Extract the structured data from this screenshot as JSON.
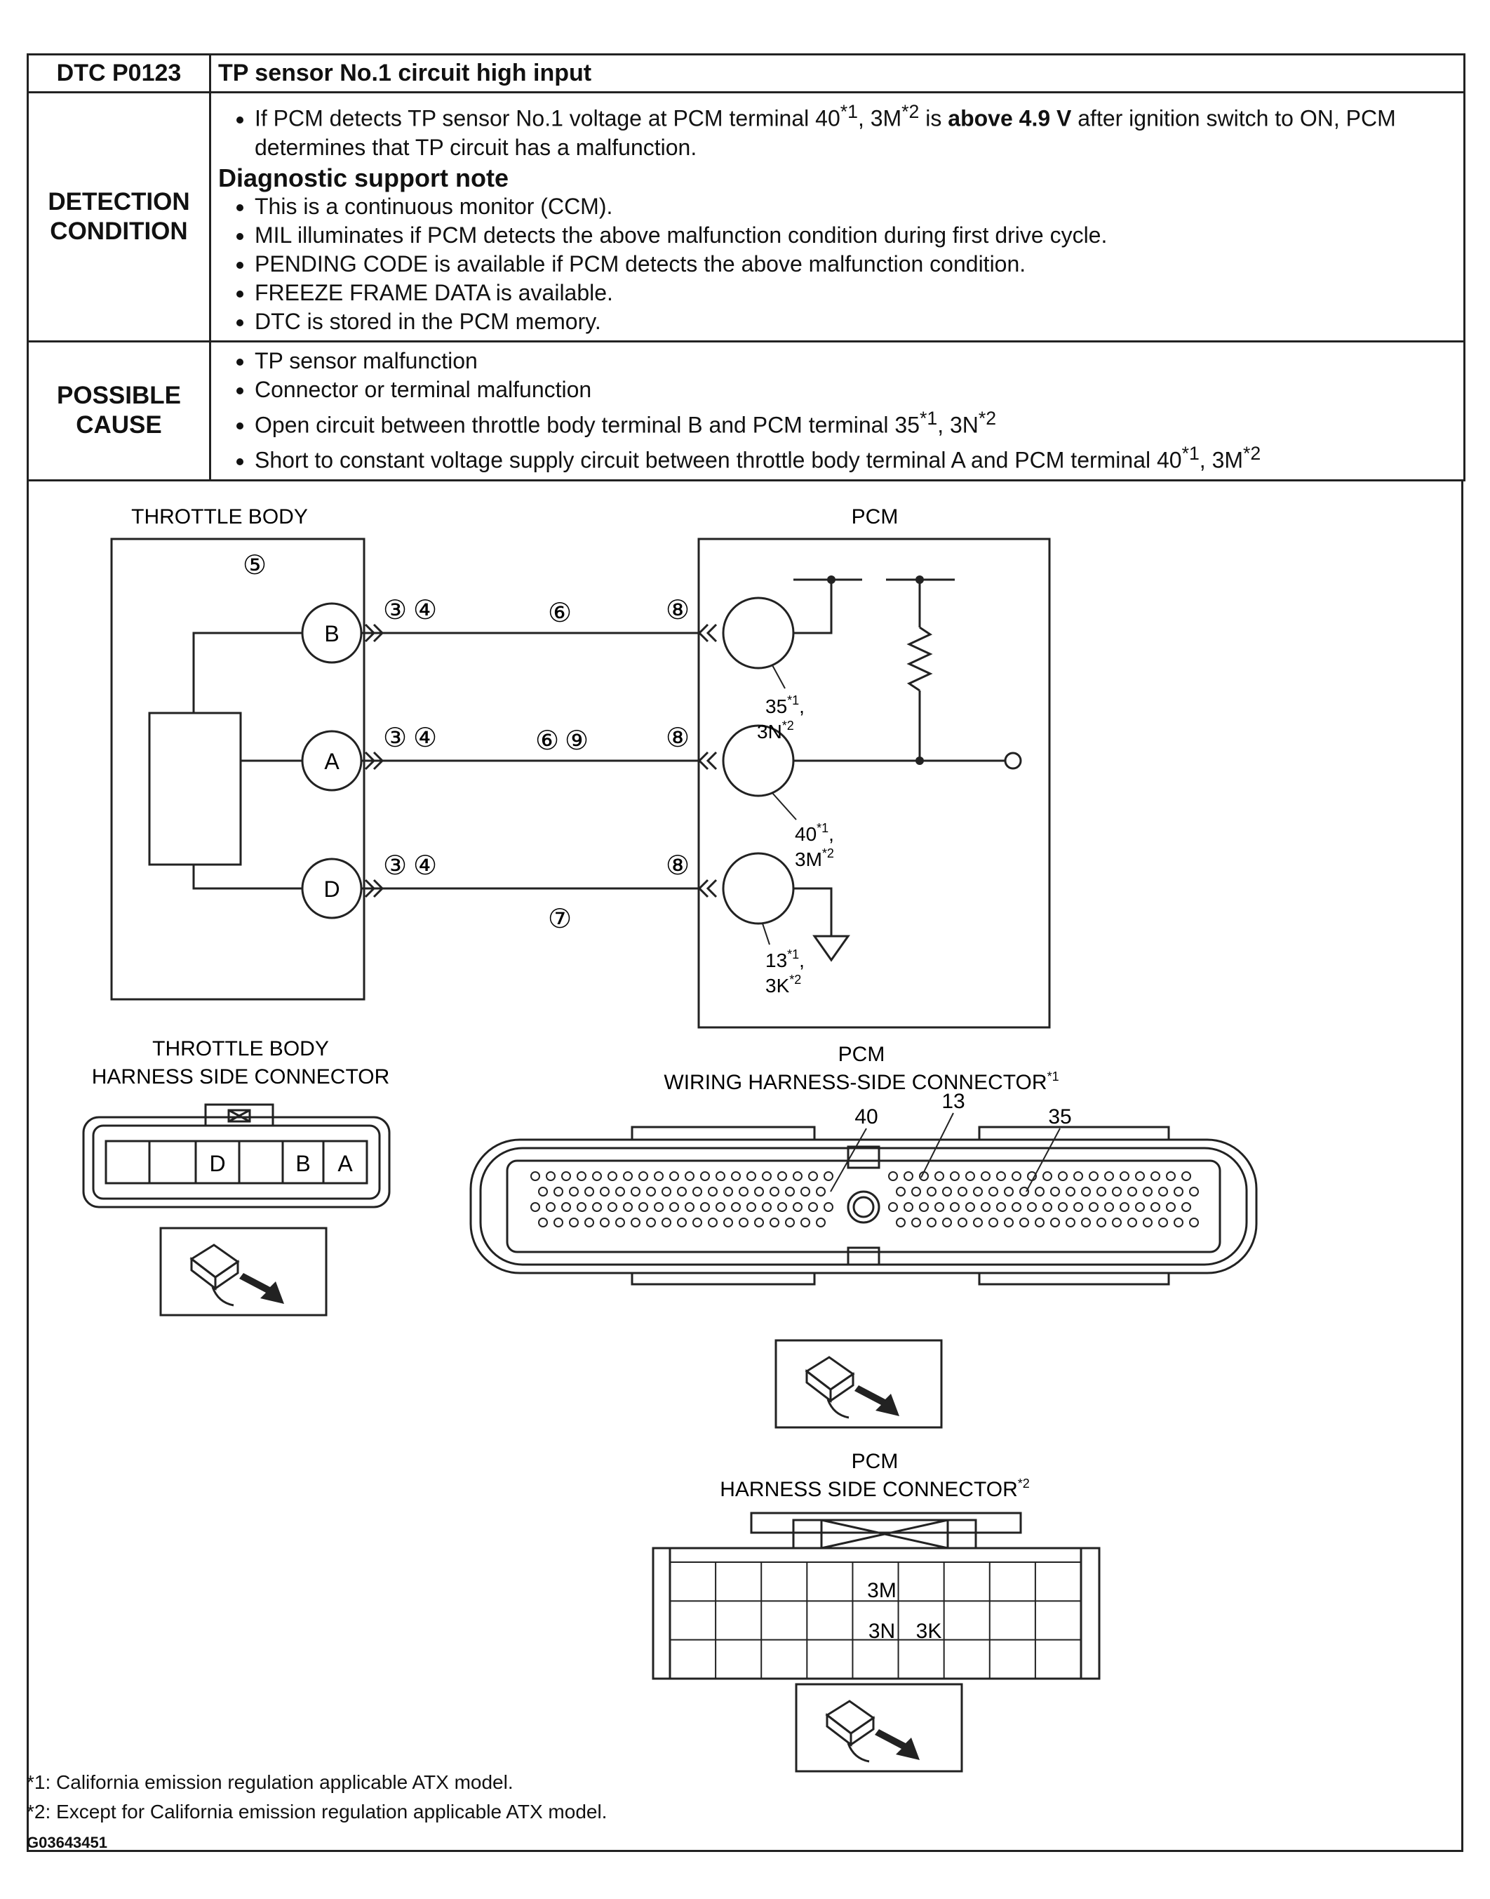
{
  "header": {
    "code": "DTC P0123",
    "title": "TP sensor No.1 circuit high input"
  },
  "detection": {
    "label_line1": "DETECTION",
    "label_line2": "CONDITION",
    "intro": {
      "text_before": "If PCM detects TP sensor No.1 voltage at PCM terminal 40",
      "sup1": "*1",
      "text_mid": ", 3M",
      "sup2": "*2",
      "text_is": " is ",
      "bold": "above 4.9 V",
      "text_after": " after ignition switch to ON, PCM determines that TP circuit has a malfunction."
    },
    "note_heading": "Diagnostic support note",
    "notes": [
      "This is a continuous monitor (CCM).",
      "MIL illuminates if PCM detects the above malfunction condition during first drive cycle.",
      "PENDING CODE is available if PCM detects the above malfunction condition.",
      "FREEZE FRAME DATA is available.",
      "DTC is stored in the PCM memory."
    ]
  },
  "cause": {
    "label_line1": "POSSIBLE",
    "label_line2": "CAUSE",
    "items": [
      "TP sensor malfunction",
      "Connector or terminal malfunction"
    ],
    "item3": {
      "text": "Open circuit between throttle body terminal B and PCM terminal 35",
      "sup1": "*1",
      "mid": ", 3N",
      "sup2": "*2"
    },
    "item4": {
      "text": "Short to constant voltage supply circuit between throttle body terminal A and PCM terminal 40",
      "sup1": "*1",
      "mid": ", 3M",
      "sup2": "*2"
    }
  },
  "diagram": {
    "throttle_body_label": "THROTTLE BODY",
    "pcm_label": "PCM",
    "callouts": {
      "c3": "③",
      "c4": "④",
      "c5": "⑤",
      "c6": "⑥",
      "c7": "⑦",
      "c8": "⑧",
      "c9": "⑨"
    },
    "terminals": {
      "b": "B",
      "a": "A",
      "d": "D"
    },
    "pcm_pins": {
      "p35": "35",
      "p3n": "3N",
      "p40": "40",
      "p3m": "3M",
      "p13": "13",
      "p3k": "3K",
      "s1": "*1",
      "s2": "*2",
      "comma": ","
    },
    "tb_connector": {
      "line1": "THROTTLE BODY",
      "line2": "HARNESS SIDE CONNECTOR",
      "cells": [
        "D",
        "B",
        "A"
      ]
    },
    "pcm_connector1": {
      "line1": "PCM",
      "line2": "WIRING HARNESS-SIDE CONNECTOR",
      "sup": "*1",
      "pins": [
        "40",
        "13",
        "35"
      ]
    },
    "pcm_connector2": {
      "line1": "PCM",
      "line2": "HARNESS SIDE CONNECTOR",
      "sup": "*2",
      "cells": [
        "3M",
        "3N",
        "3K"
      ]
    }
  },
  "footnotes": [
    "*1:  California emission regulation applicable ATX model.",
    "*2:  Except for California emission regulation applicable ATX model."
  ],
  "figure_id": "G03643451"
}
